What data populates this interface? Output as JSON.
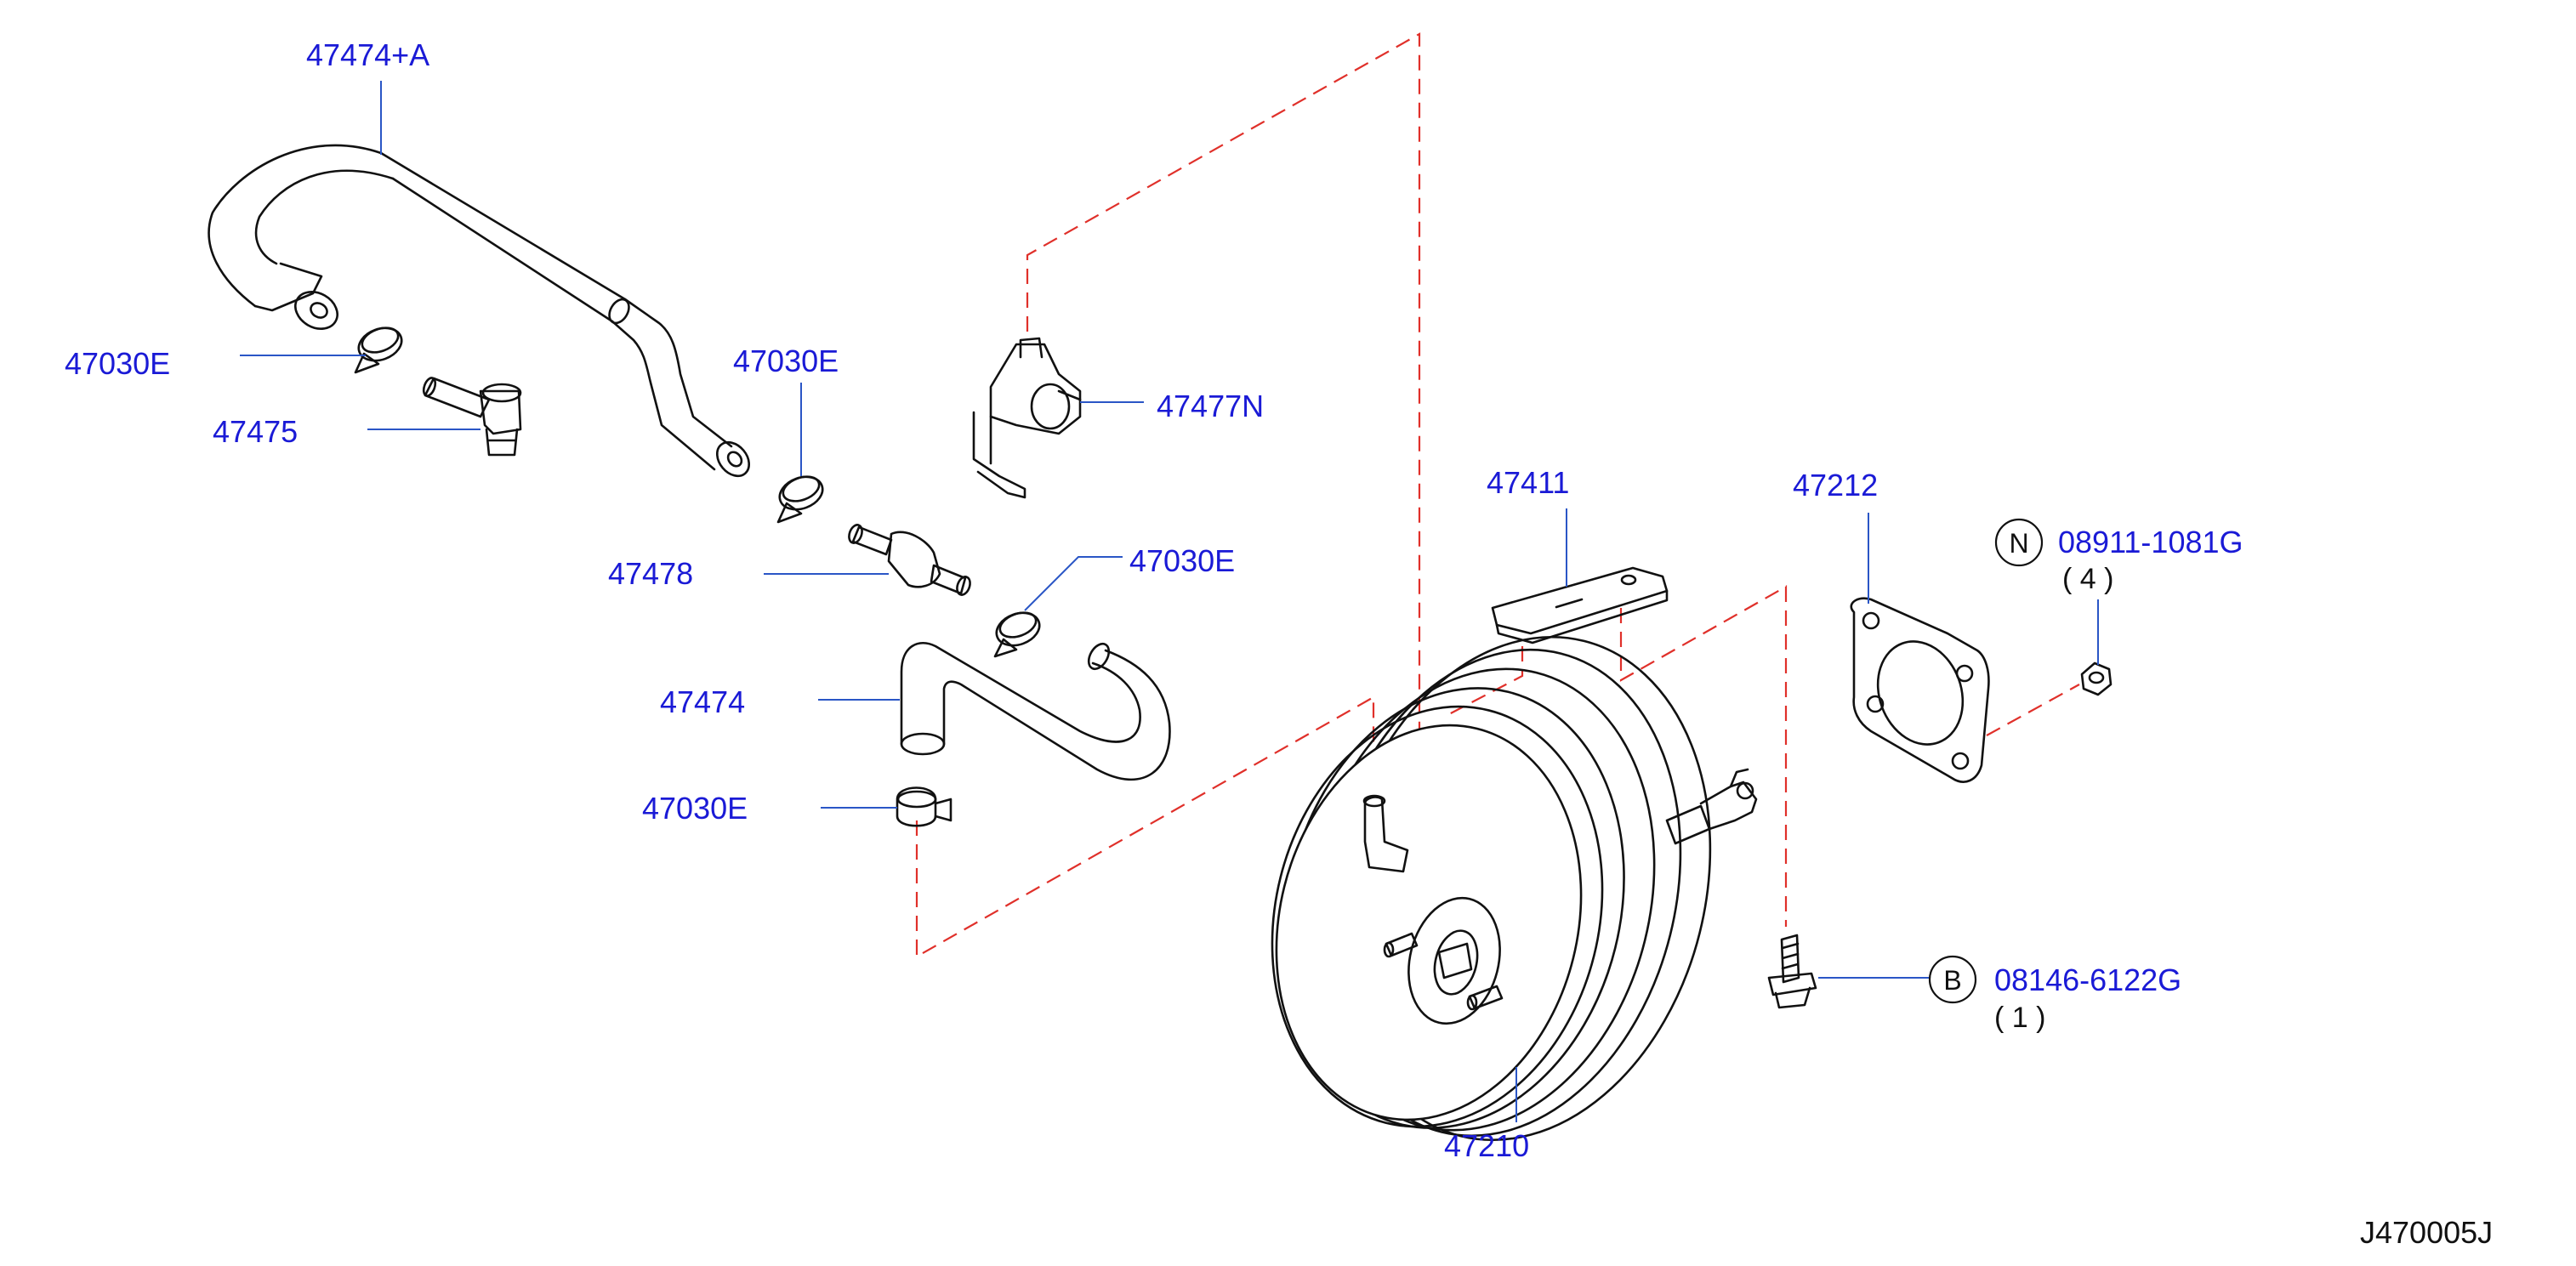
{
  "colors": {
    "label": "#1a1ad6",
    "leader": "#2a56c6",
    "dashed": "#e0302a",
    "line": "#111111"
  },
  "labels": {
    "hose_upper": "47474+A",
    "clamp_top_left": "47030E",
    "elbow_connector": "47475",
    "clamp_mid": "47030E",
    "bracket_clip": "47477N",
    "check_valve": "47478",
    "clamp_right": "47030E",
    "hose_lower": "47474",
    "clamp_bottom": "47030E",
    "bracket": "47411",
    "gasket": "47212",
    "nut_part": "08911-1081G",
    "nut_qty": "( 4 )",
    "nut_symbol": "N",
    "booster": "47210",
    "bolt_part": "08146-6122G",
    "bolt_qty": "( 1 )",
    "bolt_symbol": "B"
  },
  "diagram_code": "J470005J"
}
